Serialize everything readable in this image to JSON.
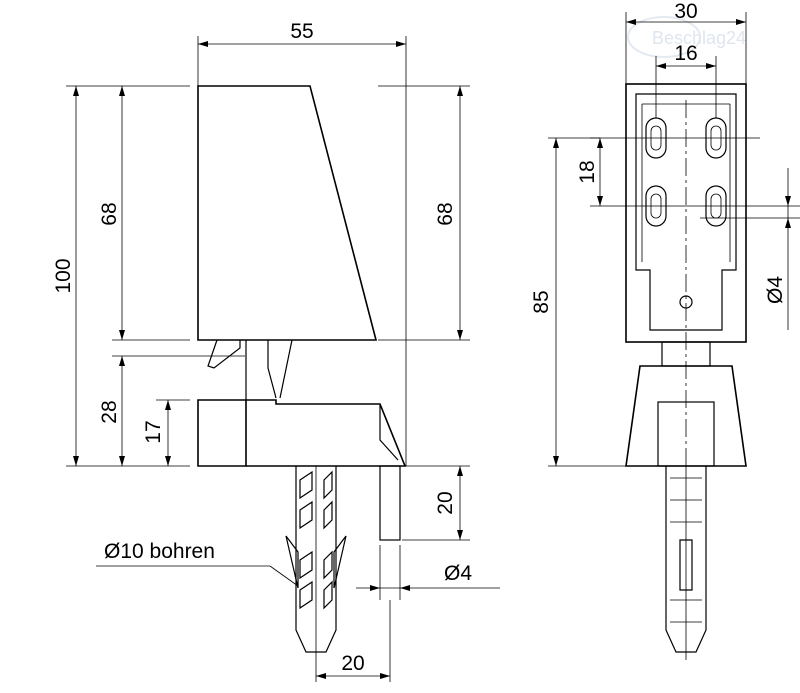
{
  "watermark": "Beschlag24",
  "side_view": {
    "dims": {
      "width_top": "55",
      "total_height": "100",
      "upper_height_left": "68",
      "upper_height_right": "68",
      "base_height": "28",
      "foot_height": "17",
      "pin_length": "20",
      "pin_diameter": "Ø4",
      "dowel_spacing": "20",
      "drill_note": "Ø10 bohren"
    }
  },
  "front_view": {
    "dims": {
      "outer_width": "30",
      "slot_spacing": "16",
      "slot_vertical": "18",
      "overall_height": "85",
      "hole_diameter": "Ø4"
    }
  }
}
